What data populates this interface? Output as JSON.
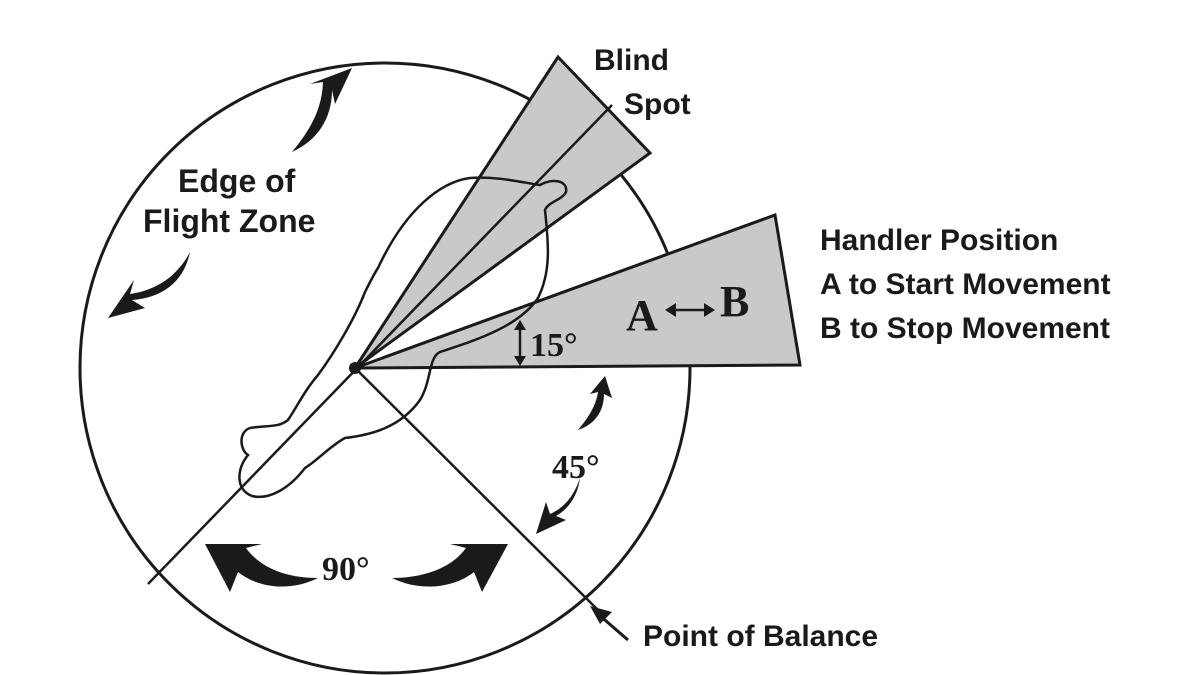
{
  "labels": {
    "blind_spot_line1": "Blind",
    "blind_spot_line2": "Spot",
    "edge_line1": "Edge of",
    "edge_line2": "Flight Zone",
    "handler_title": "Handler Position",
    "handler_a": "A to Start Movement",
    "handler_b": "B to Stop Movement",
    "point_a": "A",
    "point_b": "B",
    "angle_15": "15°",
    "angle_45": "45°",
    "angle_90": "90°",
    "balance": "Point of Balance"
  },
  "colors": {
    "ink": "#1a1a1a",
    "wedge_fill": "#c9c9c9"
  },
  "icons": {
    "arrows": "curved-arrow-icons",
    "ab_arrow": "double-arrow-icon",
    "vertical_arrow": "vertical-double-arrow-icon",
    "pointer": "pointer-arrow-icon"
  }
}
